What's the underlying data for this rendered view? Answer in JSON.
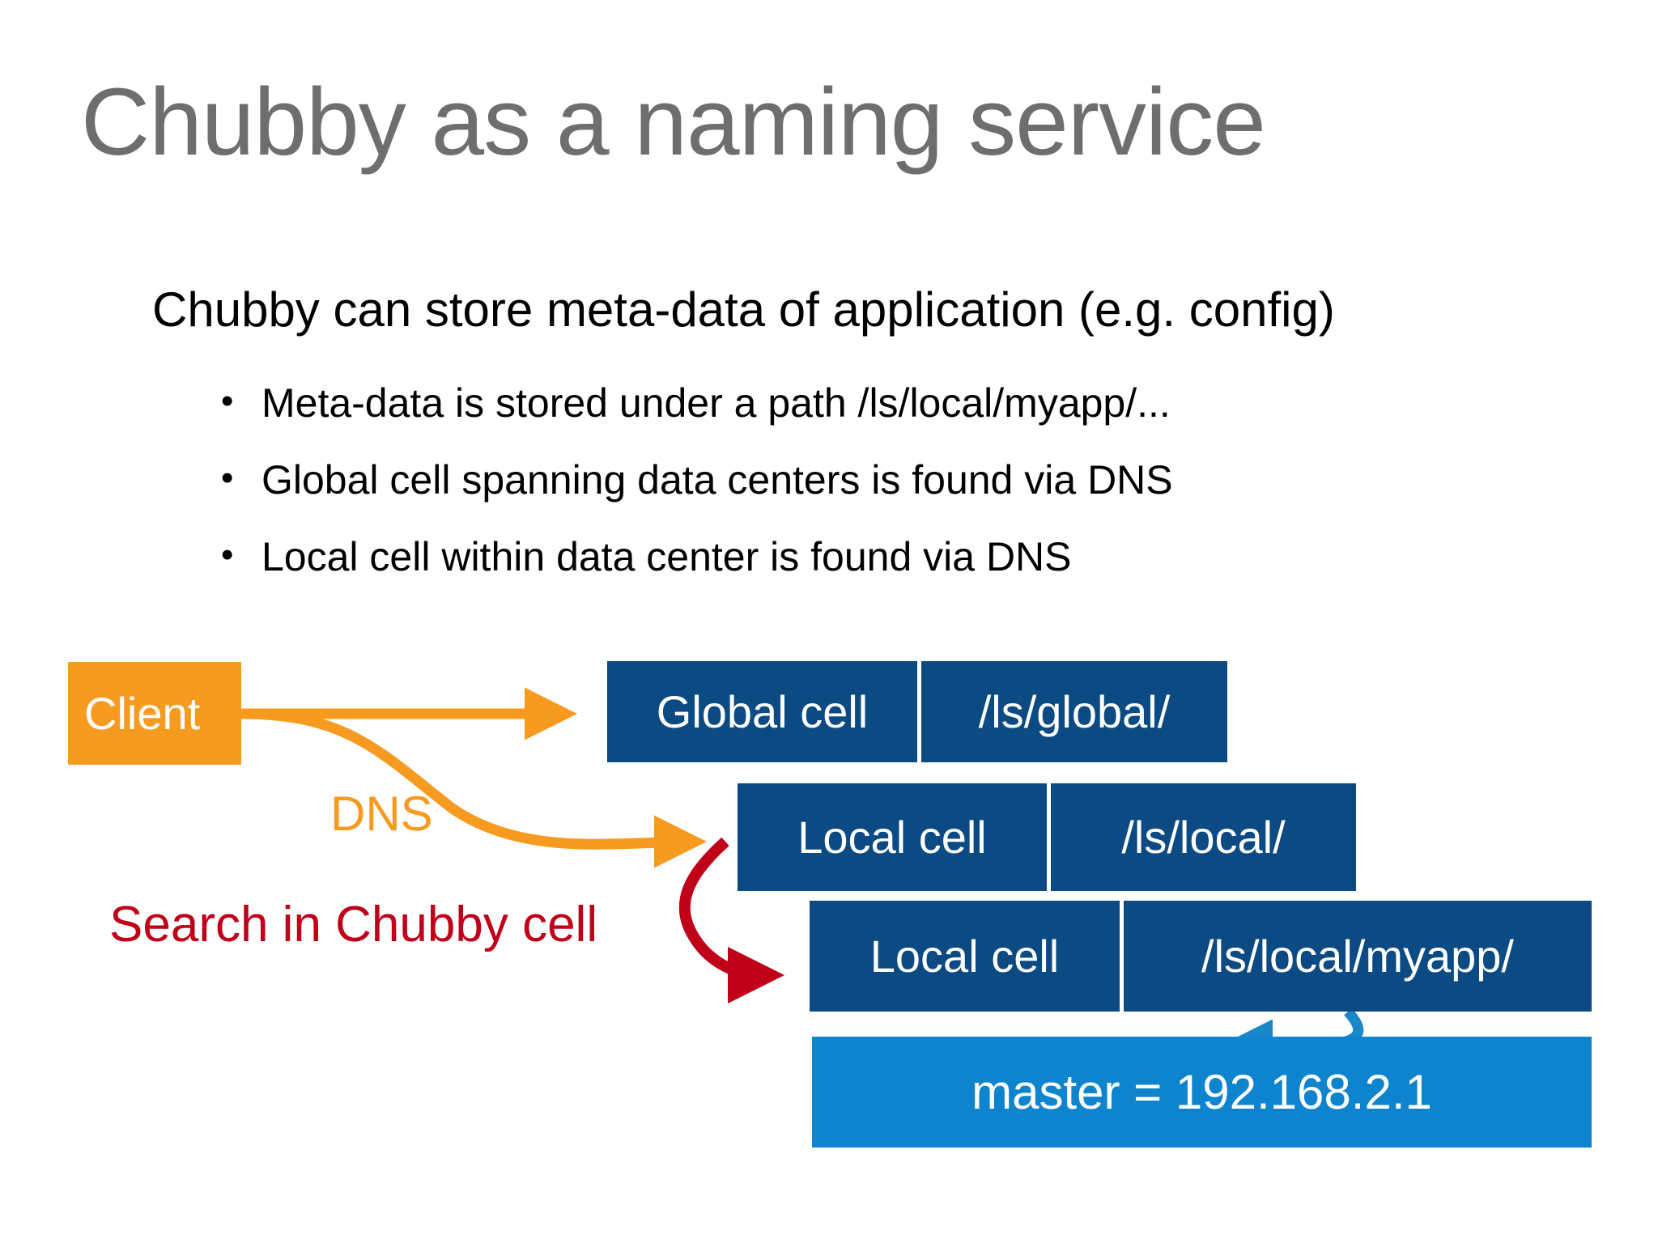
{
  "slide": {
    "title": "Chubby as a naming service",
    "lead": "Chubby can store meta-data of application (e.g. config)",
    "bullet_marker": "•",
    "bullets": [
      "Meta-data is stored under a path /ls/local/myapp/...",
      "Global cell spanning data centers is found via DNS",
      "Local cell within data center is found via DNS"
    ]
  },
  "diagram": {
    "client": {
      "label": "Client"
    },
    "rows": [
      {
        "name": "global-cell",
        "cell_label": "Global cell",
        "path": "/ls/global/"
      },
      {
        "name": "local-cell-root",
        "cell_label": "Local cell",
        "path": "/ls/local/"
      },
      {
        "name": "local-cell-myapp",
        "cell_label": "Local cell",
        "path": "/ls/local/myapp/"
      }
    ],
    "master": {
      "label": "master = 192.168.2.1"
    },
    "annotations": {
      "dns": "DNS",
      "search": "Search in Chubby cell"
    }
  },
  "colors": {
    "title_gray": "#6E6E6E",
    "client_orange": "#F79B20",
    "cell_dark_blue": "#0B4A82",
    "master_blue": "#0E84CE",
    "dns_orange": "#F79B20",
    "search_red": "#C00018",
    "arrow_blue": "#1B86C8",
    "background": "#FFFFFF",
    "text_black": "#000000",
    "text_white": "#FFFFFF"
  }
}
